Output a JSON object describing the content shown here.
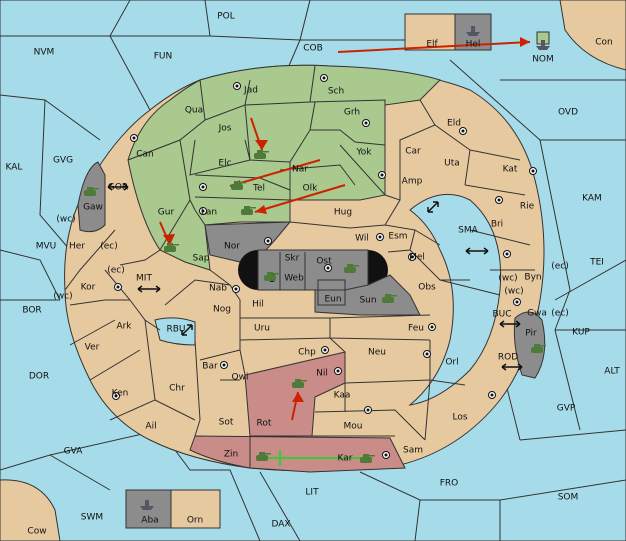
{
  "colors": {
    "sea": "#a6dce9",
    "land": "#e7c9a0",
    "green_power": "#a9c98e",
    "gray_power": "#8c8c8c",
    "pink_power": "#c98c88",
    "order_arrow": "#cc2200",
    "support_line": "#33cc33"
  },
  "territories": [
    {
      "id": "POL",
      "label": "POL"
    },
    {
      "id": "NVM",
      "label": "NVM"
    },
    {
      "id": "FUN",
      "label": "FUN"
    },
    {
      "id": "COB",
      "label": "COB"
    },
    {
      "id": "Elf",
      "label": "Elf"
    },
    {
      "id": "Hel",
      "label": "Hel"
    },
    {
      "id": "NOM",
      "label": "NOM"
    },
    {
      "id": "Con",
      "label": "Con"
    },
    {
      "id": "OVD",
      "label": "OVD"
    },
    {
      "id": "Jad",
      "label": "Jad"
    },
    {
      "id": "Sch",
      "label": "Sch"
    },
    {
      "id": "Qua",
      "label": "Qua"
    },
    {
      "id": "Grh",
      "label": "Grh"
    },
    {
      "id": "Eld",
      "label": "Eld"
    },
    {
      "id": "Jos",
      "label": "Jos"
    },
    {
      "id": "Can",
      "label": "Can"
    },
    {
      "id": "Yok",
      "label": "Yok"
    },
    {
      "id": "Car",
      "label": "Car"
    },
    {
      "id": "Uta",
      "label": "Uta"
    },
    {
      "id": "Kat",
      "label": "Kat"
    },
    {
      "id": "KAL",
      "label": "KAL"
    },
    {
      "id": "GVG",
      "label": "GVG"
    },
    {
      "id": "Elc",
      "label": "Elc"
    },
    {
      "id": "Nar",
      "label": "Nar"
    },
    {
      "id": "Tel",
      "label": "Tel"
    },
    {
      "id": "Olk",
      "label": "Olk"
    },
    {
      "id": "Amp",
      "label": "Amp"
    },
    {
      "id": "KAM",
      "label": "KAM"
    },
    {
      "id": "GOR",
      "label": "GOR"
    },
    {
      "id": "Gaw",
      "label": "Gaw"
    },
    {
      "id": "Lan",
      "label": "Lan"
    },
    {
      "id": "Gur",
      "label": "Gur"
    },
    {
      "id": "Hug",
      "label": "Hug"
    },
    {
      "id": "Rie",
      "label": "Rie"
    },
    {
      "id": "SMA",
      "label": "SMA"
    },
    {
      "id": "MVU",
      "label": "MVU"
    },
    {
      "id": "Her",
      "label": "Her"
    },
    {
      "id": "Nor",
      "label": "Nor"
    },
    {
      "id": "Wil",
      "label": "Wil"
    },
    {
      "id": "Esm",
      "label": "Esm"
    },
    {
      "id": "Bri",
      "label": "Bri"
    },
    {
      "id": "Sap",
      "label": "Sap"
    },
    {
      "id": "Skr",
      "label": "Skr"
    },
    {
      "id": "Ost",
      "label": "Ost"
    },
    {
      "id": "Mel",
      "label": "Mel"
    },
    {
      "id": "TEI",
      "label": "TEI"
    },
    {
      "id": "Kor",
      "label": "Kor"
    },
    {
      "id": "Web",
      "label": "Web"
    },
    {
      "id": "Byn",
      "label": "Byn"
    },
    {
      "id": "MIT",
      "label": "MIT"
    },
    {
      "id": "Nab",
      "label": "Nab"
    },
    {
      "id": "Obs",
      "label": "Obs"
    },
    {
      "id": "BOR",
      "label": "BOR"
    },
    {
      "id": "Eun",
      "label": "Eun"
    },
    {
      "id": "Sun",
      "label": "Sun"
    },
    {
      "id": "Gwa",
      "label": "Gwa"
    },
    {
      "id": "Hil",
      "label": "Hil"
    },
    {
      "id": "Ark",
      "label": "Ark"
    },
    {
      "id": "Nog",
      "label": "Nog"
    },
    {
      "id": "BUC",
      "label": "BUC"
    },
    {
      "id": "KUP",
      "label": "KUP"
    },
    {
      "id": "RBU",
      "label": "RBU"
    },
    {
      "id": "Pir",
      "label": "Pir"
    },
    {
      "id": "Uru",
      "label": "Uru"
    },
    {
      "id": "Feu",
      "label": "Feu"
    },
    {
      "id": "Ver",
      "label": "Ver"
    },
    {
      "id": "Chp",
      "label": "Chp"
    },
    {
      "id": "Neu",
      "label": "Neu"
    },
    {
      "id": "Orl",
      "label": "Orl"
    },
    {
      "id": "DOR",
      "label": "DOR"
    },
    {
      "id": "Bar",
      "label": "Bar"
    },
    {
      "id": "Nil",
      "label": "Nil"
    },
    {
      "id": "ROD",
      "label": "ROD"
    },
    {
      "id": "ALT",
      "label": "ALT"
    },
    {
      "id": "Qwi",
      "label": "Qwi"
    },
    {
      "id": "Chr",
      "label": "Chr"
    },
    {
      "id": "Ken",
      "label": "Ken"
    },
    {
      "id": "Kaa",
      "label": "Kaa"
    },
    {
      "id": "GVP",
      "label": "GVP"
    },
    {
      "id": "Rot",
      "label": "Rot"
    },
    {
      "id": "Sot",
      "label": "Sot"
    },
    {
      "id": "Los",
      "label": "Los"
    },
    {
      "id": "Ail",
      "label": "Ail"
    },
    {
      "id": "Mou",
      "label": "Mou"
    },
    {
      "id": "GVA",
      "label": "GVA"
    },
    {
      "id": "Zin",
      "label": "Zin"
    },
    {
      "id": "Kar",
      "label": "Kar"
    },
    {
      "id": "Sam",
      "label": "Sam"
    },
    {
      "id": "FRO",
      "label": "FRO"
    },
    {
      "id": "SOM",
      "label": "SOM"
    },
    {
      "id": "LIT",
      "label": "LIT"
    },
    {
      "id": "SWM",
      "label": "SWM"
    },
    {
      "id": "Aba",
      "label": "Aba"
    },
    {
      "id": "Orn",
      "label": "Orn"
    },
    {
      "id": "DAX",
      "label": "DAX"
    },
    {
      "id": "Cow",
      "label": "Cow"
    }
  ],
  "coast_labels": [
    "(wc)",
    "(ec)",
    "(ec)",
    "(wc)",
    "(wc)",
    "(ec)",
    "(ec)",
    "(wc)"
  ],
  "units": [
    {
      "type": "army",
      "power": "green",
      "at": "Gaw"
    },
    {
      "type": "army",
      "power": "green",
      "at": "Elc"
    },
    {
      "type": "army",
      "power": "green",
      "at": "Tel"
    },
    {
      "type": "army",
      "power": "green",
      "at": "Lan"
    },
    {
      "type": "army",
      "power": "green",
      "at": "Sap"
    },
    {
      "type": "army",
      "power": "gray",
      "at": "Web"
    },
    {
      "type": "army",
      "power": "gray",
      "at": "Ost"
    },
    {
      "type": "army",
      "power": "gray",
      "at": "Sun"
    },
    {
      "type": "army",
      "power": "gray",
      "at": "Pir"
    },
    {
      "type": "army",
      "power": "gray",
      "at": "Zin"
    },
    {
      "type": "army",
      "power": "pink",
      "at": "Nil"
    },
    {
      "type": "army",
      "power": "pink",
      "at": "Kar"
    },
    {
      "type": "fleet",
      "power": "gray",
      "at": "Hel"
    },
    {
      "type": "fleet",
      "power": "gray",
      "at": "NOM"
    },
    {
      "type": "fleet",
      "power": "gray",
      "at": "Aba"
    }
  ],
  "orders": [
    {
      "from": "Jos",
      "to": "Elc"
    },
    {
      "from": "Nar",
      "to": "Tel"
    },
    {
      "from": "Olk",
      "to": "Lan"
    },
    {
      "from": "Gur",
      "to": "Sap"
    },
    {
      "from": "COB",
      "to": "NOM"
    },
    {
      "from": "Rot",
      "to": "Nil"
    },
    {
      "from": "Zin",
      "to": "Kar",
      "kind": "support"
    }
  ]
}
